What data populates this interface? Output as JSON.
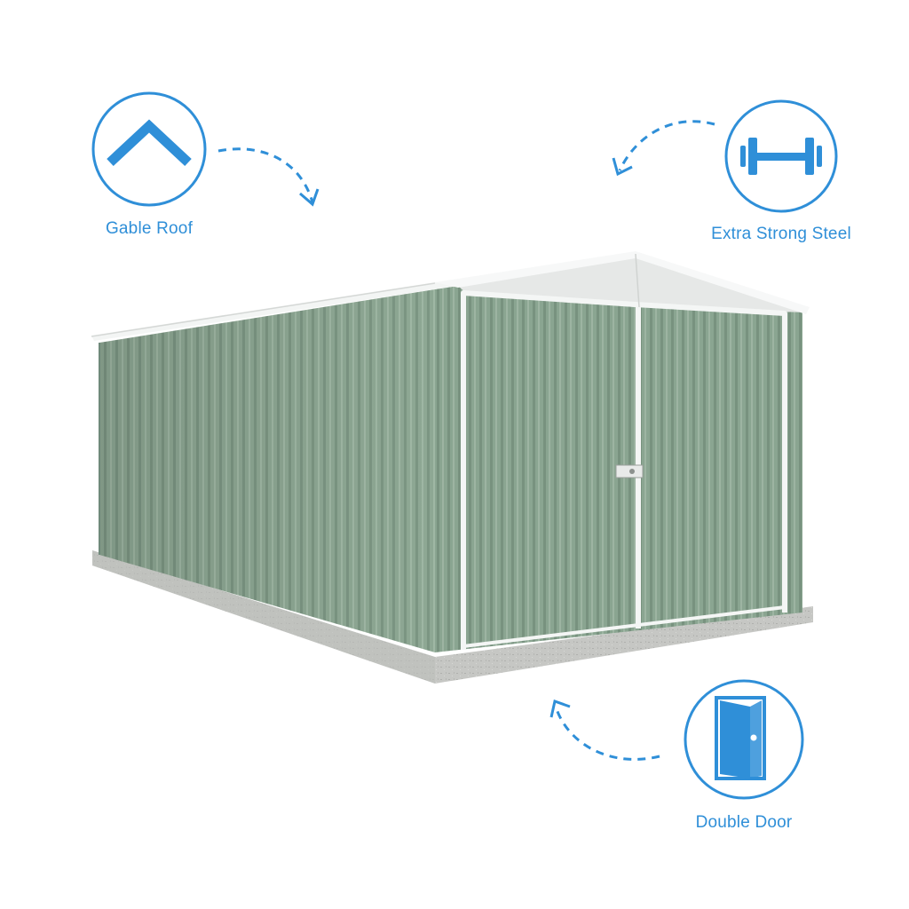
{
  "colors": {
    "accent": "#2f8fd8",
    "shed_green": "#8fa996",
    "shed_green_dark": "#7a9584",
    "roof_white": "#eef0ef",
    "trim_white": "#f4f6f5",
    "concrete": "#c4c5c2"
  },
  "features": {
    "gable_roof": {
      "label": "Gable Roof",
      "icon": "gable-roof-icon"
    },
    "extra_strong_steel": {
      "label": "Extra Strong Steel",
      "icon": "dumbbell-icon"
    },
    "double_door": {
      "label": "Double Door",
      "icon": "door-icon"
    }
  },
  "product": {
    "name": "steel garden shed",
    "color": "pale eucalyptus green"
  }
}
